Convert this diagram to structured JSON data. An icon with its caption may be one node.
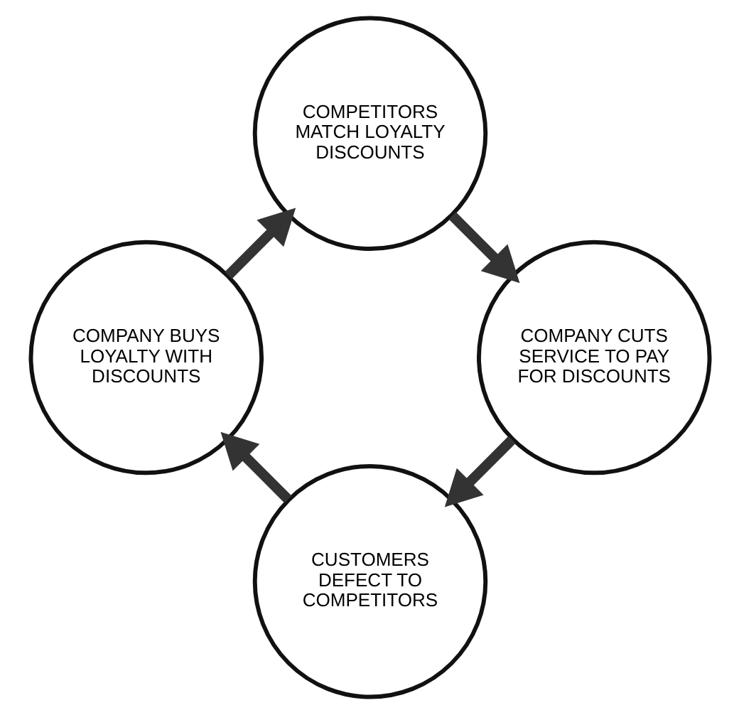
{
  "diagram": {
    "nodes": [
      {
        "text": [
          "CUSTOMERS DEFECT TO COMPETITORS"
        ]
      },
      {
        "text": [
          "COMPANY BUYS LOYALTY WITH DISCOUNTS"
        ]
      },
      {
        "text": [
          "COMPETITORS MATCH LOYALTY DISCOUNTS"
        ]
      },
      {
        "text": [
          "COMPANY CUTS SERVICE TO PAY FOR DISCOUNTS"
        ]
      }
    ],
    "edges": [
      {
        "from": 0,
        "to": 1,
        "arrow": "to"
      },
      {
        "from": 1,
        "to": 2,
        "arrow": "to"
      },
      {
        "from": 2,
        "to": 3,
        "arrow": "to"
      },
      {
        "from": 3,
        "to": 0,
        "arrow": "to"
      }
    ]
  }
}
